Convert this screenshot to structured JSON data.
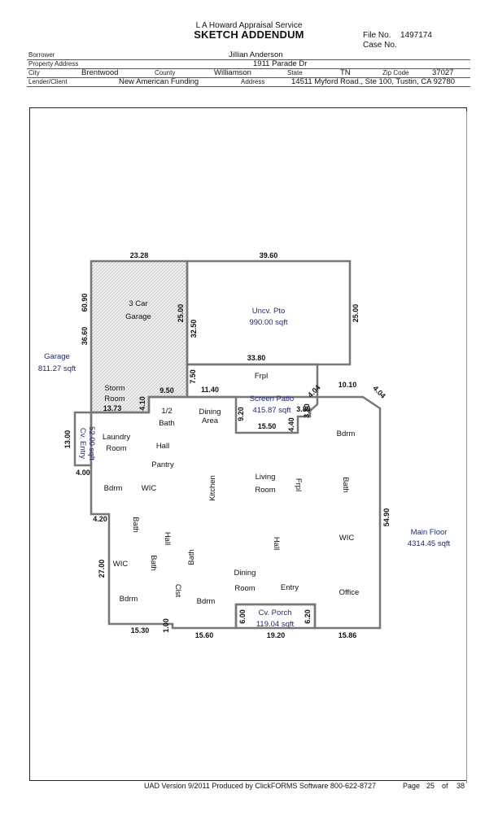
{
  "header": {
    "company": "L A Howard Appraisal Service",
    "title": "SKETCH ADDENDUM",
    "file_no_label": "File No.",
    "file_no": "1497174",
    "case_no_label": "Case No.",
    "borrower_label": "Borrower",
    "borrower": "Jillian Anderson",
    "property_label": "Property Address",
    "property": "1911 Parade Dr",
    "city_label": "City",
    "city": "Brentwood",
    "county_label": "County",
    "county": "Williamson",
    "state_label": "State",
    "state": "TN",
    "zip_label": "Zip Code",
    "zip": "37027",
    "lender_label": "Lender/Client",
    "lender": "New American Funding",
    "address_label": "Address",
    "address": "14511 Myford Road., Ste 100, Tustin, CA 92780"
  },
  "sketch": {
    "dimensions": {
      "d1": "23.28",
      "d2": "39.60",
      "d3": "60.90",
      "d4": "36.60",
      "d5": "25.00",
      "d6": "32.50",
      "d7": "25.00",
      "d8": "33.80",
      "d9": "7.50",
      "d10": "11.40",
      "d11": "9.50",
      "d12": "13.73",
      "d13": "4.10",
      "d14": "13.00",
      "d15": "4.00",
      "d16": "9.20",
      "d17": "15.50",
      "d18": "4.40",
      "d19": "3.80",
      "d20": "3.80",
      "d21": "4.04",
      "d22": "10.10",
      "d23": "4.04",
      "d24": "54.90",
      "d25": "4.20",
      "d26": "27.00",
      "d27": "15.30",
      "d28": "1.00",
      "d29": "15.60",
      "d30": "6.00",
      "d31": "6.20",
      "d32": "19.20",
      "d33": "15.86"
    },
    "areas": {
      "garage_label": "Garage",
      "garage_sqft": "811.27 sqft",
      "main_label": "Main Floor",
      "main_sqft": "4314.45 sqft",
      "unc_label": "Uncv. Pto",
      "unc_sqft": "990.00 sqft",
      "patio_label": "Screen Patio",
      "patio_sqft": "415.87 sqft",
      "entry_label": "Cv. Entry",
      "entry_sqft": "52.00 sqft",
      "porch_label": "Cv. Porch",
      "porch_sqft": "119.04 sqft"
    },
    "rooms": {
      "car_garage_1": "3 Car",
      "car_garage_2": "Garage",
      "frpl_top": "Frpl",
      "storm_1": "Storm",
      "storm_2": "Room",
      "half_bath_1": "1/2",
      "half_bath_2": "Bath",
      "dining_area_1": "Dining",
      "dining_area_2": "Area",
      "laundry_1": "Laundry",
      "laundry_2": "Room",
      "hall_1": "Hall",
      "pantry": "Pantry",
      "bdrm_1": "Bdrm",
      "wic_1": "WIC",
      "kitchen": "Kitchen",
      "living_1": "Living",
      "living_2": "Room",
      "frpl_v": "Frpl",
      "bath_v1": "Bath",
      "bdrm_2": "Bdrm",
      "bath_v2": "Bath",
      "hall_v1": "Hall",
      "hall_v2": "Hall",
      "wic_2": "WIC",
      "wic_3": "WIC",
      "bath_v3": "Bath",
      "bath_v4": "Bath",
      "clst": "Clst",
      "dining_room_1": "Dining",
      "dining_room_2": "Room",
      "entry": "Entry",
      "office": "Office",
      "bdrm_3": "Bdrm",
      "bdrm_4": "Bdrm"
    }
  },
  "footer": {
    "produced_by": "UAD Version 9/2011 Produced by ClickFORMS Software 800-622-8727",
    "page_label": "Page",
    "page": "25",
    "of_label": "of",
    "total": "38"
  }
}
